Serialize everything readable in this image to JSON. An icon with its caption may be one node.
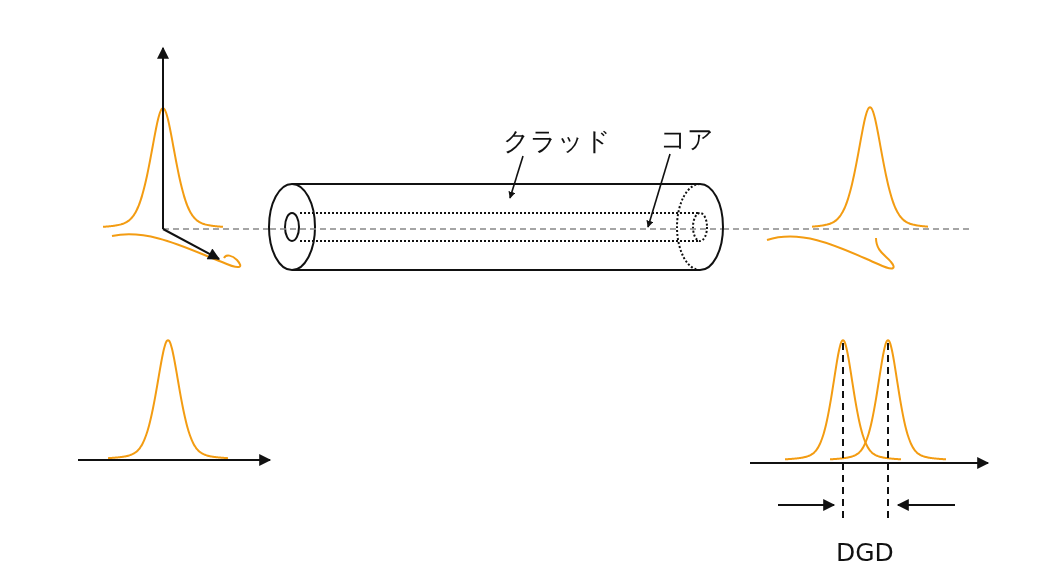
{
  "diagram": {
    "nodes": [
      {
        "text": [
          "クラッド"
        ]
      },
      {
        "text": [
          "コア"
        ]
      },
      {
        "text": [],
        "shape": "cylinder"
      },
      {
        "text": [],
        "shape": "cylinder",
        "in": 2
      }
    ],
    "edges": [
      {
        "from": 0,
        "to": 2,
        "arrow": "to"
      },
      {
        "from": 1,
        "to": 3,
        "arrow": "to"
      }
    ],
    "labels": [
      "DGD"
    ]
  }
}
